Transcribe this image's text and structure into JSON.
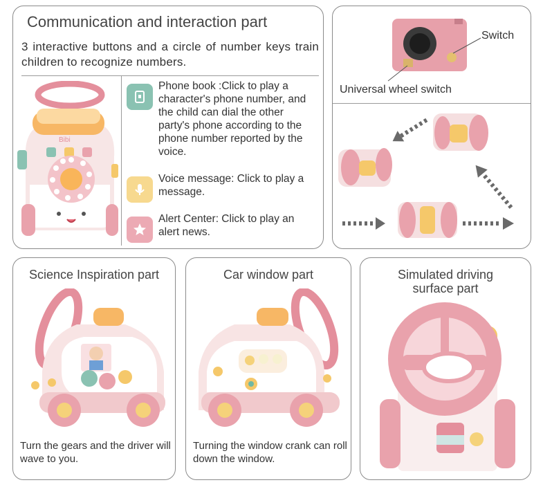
{
  "comm": {
    "title": "Communication and interaction part",
    "description": "3 interactive buttons and a circle of number keys train children to recognize numbers.",
    "features": [
      {
        "icon": "phone-book-icon",
        "text": "Phone book :Click to play a character's phone number, and the child can dial the other party's phone according to the phone number reported by the voice."
      },
      {
        "icon": "voice-message-icon",
        "text": "Voice message: Click to play a message."
      },
      {
        "icon": "alert-center-icon",
        "text": "Alert Center: Click to play an alert news."
      }
    ]
  },
  "wheel": {
    "switch_label": "Switch",
    "wheel_label": "Universal wheel switch"
  },
  "science": {
    "title": "Science Inspiration part",
    "caption": "Turn the gears and the driver will wave to you."
  },
  "window": {
    "title": "Car window part",
    "caption": "Turning the window crank can roll down the window."
  },
  "driving": {
    "title": "Simulated driving surface part"
  },
  "colors": {
    "pink": "#e9a2ac",
    "light_pink": "#f6d3d6",
    "cream": "#fbeede",
    "yellow": "#f5c86a",
    "orange": "#f2a65a",
    "teal": "#8ac2b2",
    "border": "#8a8a8a"
  }
}
